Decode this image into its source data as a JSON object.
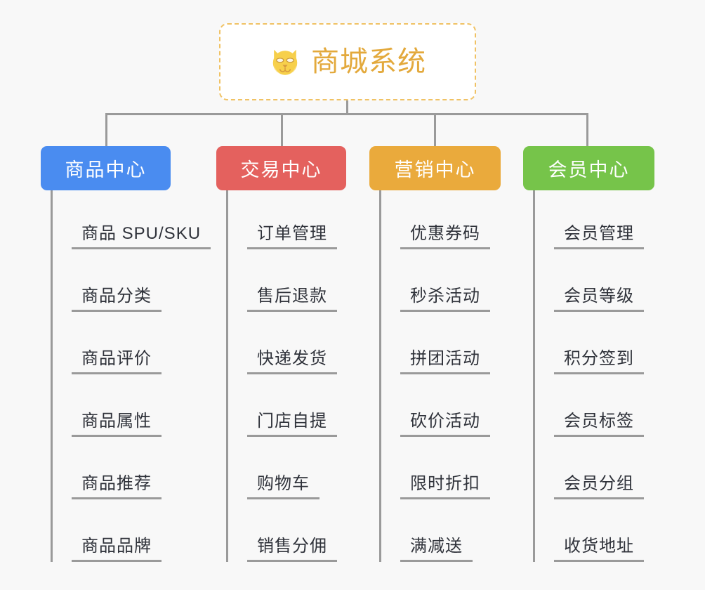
{
  "background_color": "#f8f8f8",
  "root": {
    "icon": "shiba-dog-face-icon",
    "title": "商城系统",
    "border_color": "#f0c264",
    "text_color": "#e3a93c"
  },
  "connector_color": "#9a9a9a",
  "categories": [
    {
      "label": "商品中心",
      "color": "#4a8cf0",
      "items": [
        {
          "label": "商品 SPU/SKU"
        },
        {
          "label": "商品分类"
        },
        {
          "label": "商品评价"
        },
        {
          "label": "商品属性"
        },
        {
          "label": "商品推荐"
        },
        {
          "label": "商品品牌"
        }
      ]
    },
    {
      "label": "交易中心",
      "color": "#e4615e",
      "items": [
        {
          "label": "订单管理"
        },
        {
          "label": "售后退款"
        },
        {
          "label": "快递发货"
        },
        {
          "label": "门店自提"
        },
        {
          "label": "购物车"
        },
        {
          "label": "销售分佣"
        }
      ]
    },
    {
      "label": "营销中心",
      "color": "#eaaa3c",
      "items": [
        {
          "label": "优惠券码"
        },
        {
          "label": "秒杀活动"
        },
        {
          "label": "拼团活动"
        },
        {
          "label": "砍价活动"
        },
        {
          "label": "限时折扣"
        },
        {
          "label": "满减送"
        }
      ]
    },
    {
      "label": "会员中心",
      "color": "#76c44a",
      "items": [
        {
          "label": "会员管理"
        },
        {
          "label": "会员等级"
        },
        {
          "label": "积分签到"
        },
        {
          "label": "会员标签"
        },
        {
          "label": "会员分组"
        },
        {
          "label": "收货地址"
        }
      ]
    }
  ]
}
